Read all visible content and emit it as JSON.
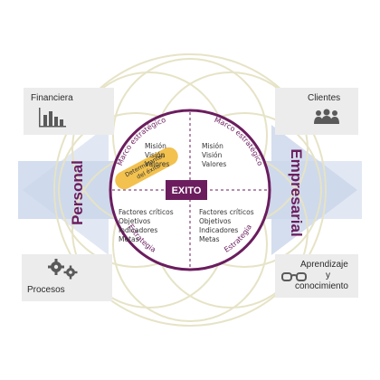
{
  "center": {
    "label": "EXITO"
  },
  "badge": {
    "line1": "Determinantes",
    "line2": "del éxito"
  },
  "side_labels": {
    "left": "Personal",
    "right": "Empresarial"
  },
  "arc_labels": {
    "top_left": "Marco estratégico",
    "top_right": "Marco estratégico",
    "bottom_left": "Estrategia",
    "bottom_right": "Estrategia"
  },
  "quadrants": {
    "top_left": [
      "Misión",
      "Visión",
      "Valores"
    ],
    "top_right": [
      "Misión",
      "Visión",
      "Valores"
    ],
    "bottom_left": [
      "Factores críticos",
      "Objetivos",
      "Indicadores",
      "Metas"
    ],
    "bottom_right": [
      "Factores críticos",
      "Objetivos",
      "Indicadores",
      "Metas"
    ]
  },
  "corners": {
    "top_left": {
      "label": "Financiera",
      "icon": "bar-chart-icon"
    },
    "top_right": {
      "label": "Clientes",
      "icon": "people-icon"
    },
    "bottom_left": {
      "label": "Procesos",
      "icon": "gears-icon"
    },
    "bottom_right": {
      "label_line1": "Aprendizaje",
      "label_line2": "y",
      "label_line3": "conocimiento",
      "icon": "glasses-icon"
    }
  },
  "colors": {
    "primary": "#6b1d5e",
    "badge": "#f2c14e",
    "arrow": "#c9d6ea",
    "rings": "#e6e3c6",
    "box": "#ececec",
    "icon": "#5a5a5a"
  }
}
